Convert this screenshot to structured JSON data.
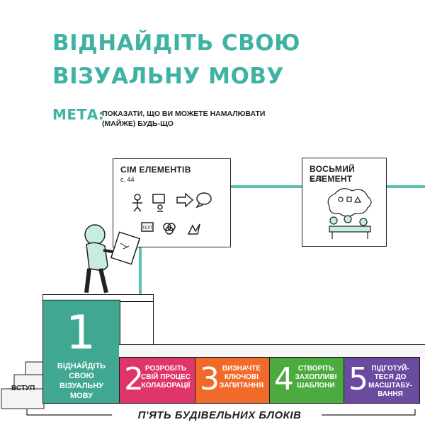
{
  "title": {
    "line1": "ВІДНАЙДІТЬ СВОЮ",
    "line2": "ВІЗУАЛЬНУ МОВУ"
  },
  "goal": {
    "label": "МЕТА:",
    "text": "ПОКАЗАТИ, ЩО ВИ МОЖЕТЕ НАМАЛЮВАТИ (МАЙЖЕ) БУДЬ-ЩО"
  },
  "boards": [
    {
      "title": "СІМ ЕЛЕМЕНТІВ",
      "page": "с. 44"
    },
    {
      "title": "ВОСЬМИЙ ЕЛЕМЕНТ",
      "page": "с. 62"
    }
  ],
  "entry_step": "ВСТУП",
  "blocks": [
    {
      "number": "1",
      "label": "ВІДНАЙДІТЬ СВОЮ ВІЗУАЛЬНУ МОВУ",
      "color": "#3fa792"
    },
    {
      "number": "2",
      "label": "РОЗРОБІТЬ СВІЙ ПРОЦЕС КОЛАБОРАЦІЇ",
      "color": "#e0356a"
    },
    {
      "number": "3",
      "label": "ВИЗНАЧТЕ КЛЮЧОВІ ЗАПИТАННЯ",
      "color": "#f26a2a"
    },
    {
      "number": "4",
      "label": "СТВОРІТЬ ЗАХОПЛИВІ ШАБЛОНИ",
      "color": "#4bab3f"
    },
    {
      "number": "5",
      "label": "ПІДГОТУЙ-ТЕСЯ ДО МАСШТАБУ-ВАННЯ",
      "color": "#6a4ba0"
    }
  ],
  "footer": "П'ЯТЬ БУДІВЕЛЬНИХ БЛОКІВ",
  "colors": {
    "teal": "#3fb3a3"
  }
}
